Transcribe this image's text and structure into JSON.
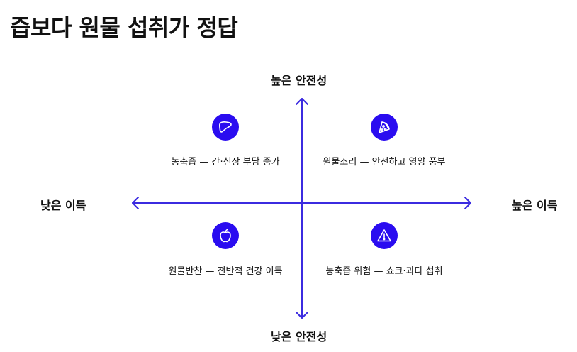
{
  "title": "즙보다 원물 섭취가 정답",
  "axes": {
    "y_top": "높은 안전성",
    "y_bottom": "낮은 안전성",
    "x_left": "낮은 이득",
    "x_right": "높은 이득"
  },
  "quadrants": {
    "top_left": {
      "icon": "liver-icon",
      "text": "농축즙 — 간·신장 부담 증가"
    },
    "top_right": {
      "icon": "pizza-slice-icon",
      "text": "원물조리 — 안전하고 영양 풍부"
    },
    "bottom_left": {
      "icon": "apple-icon",
      "text": "원물반찬 — 전반적 건강 이득"
    },
    "bottom_right": {
      "icon": "warning-icon",
      "text": "농축즙 위험 — 쇼크·과다 섭취"
    }
  },
  "colors": {
    "accent": "#2a0cf0",
    "axis": "#3b2be0"
  }
}
